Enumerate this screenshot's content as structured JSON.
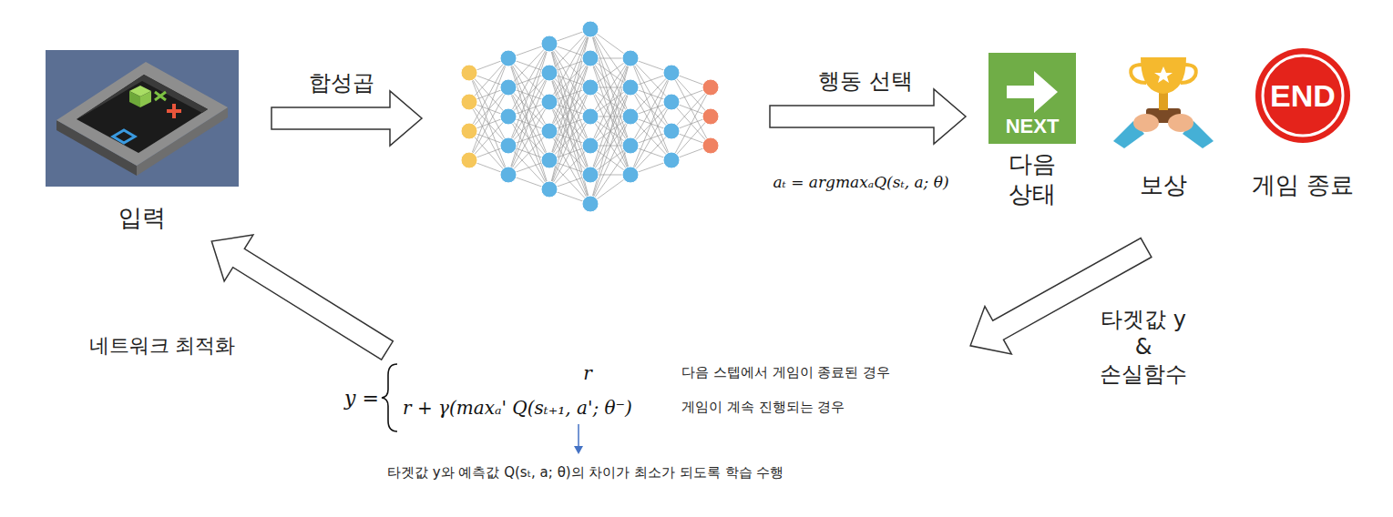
{
  "diagram": {
    "nodes": [
      {
        "text": [
          "입력"
        ]
      },
      {
        "text": [
          "NEXT",
          "다음 상태"
        ]
      },
      {
        "text": [
          "보상"
        ]
      },
      {
        "text": [
          "END",
          "게임 종료"
        ]
      }
    ],
    "labels": [
      "합성곱",
      "행동 선택",
      "aₜ = argmaxₐQ(sₜ, a; θ)",
      "타겟값 y & 손실함수",
      "네트워크 최적화",
      "y =",
      "r",
      "r + γ(maxₐ' Q(sₜ₊₁, a'; θ⁻)",
      "다음 스텝에서 게임이 종료된 경우",
      "게임이 계속 진행되는 경우",
      "타겟값 y와 예측값 Q(sₜ, a; θ)의 차이가 최소가 되도록 학습 수행"
    ]
  }
}
